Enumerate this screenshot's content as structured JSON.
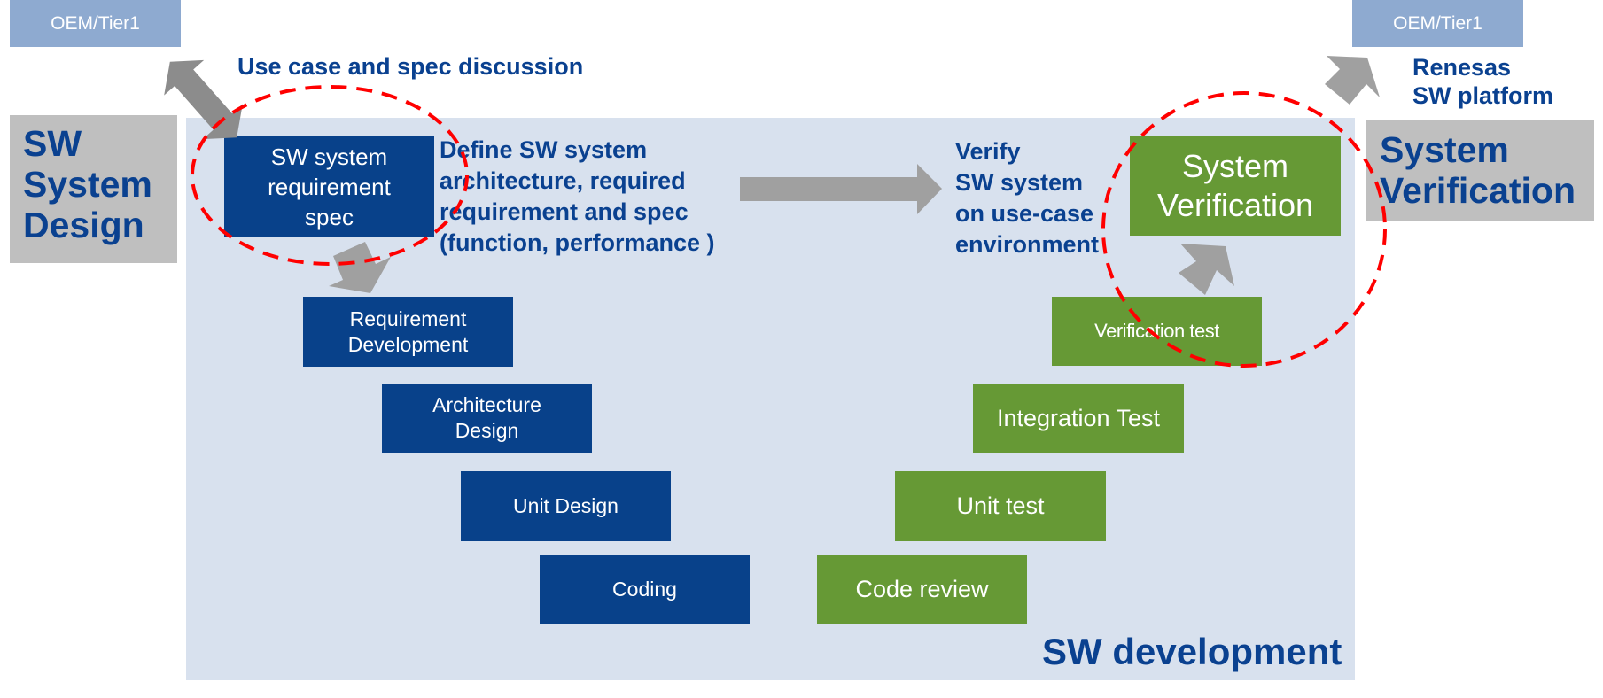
{
  "stakeholders": {
    "left": "OEM/Tier1",
    "right": "OEM/Tier1"
  },
  "phases": {
    "design": "SW\nSystem\nDesign",
    "verification": "System\nVerification"
  },
  "annotations": {
    "use_case": "Use case and spec discussion",
    "define": "Define SW system\narchitecture, required\nrequirement and spec\n(function, performance )",
    "verify": "Verify\nSW system\non use-case\nenvironment",
    "platform": "Renesas\nSW platform",
    "development": "SW development"
  },
  "left_branch": [
    {
      "label": "SW system\nrequirement\nspec"
    },
    {
      "label": "Requirement\nDevelopment"
    },
    {
      "label": "Architecture\nDesign"
    },
    {
      "label": "Unit Design"
    },
    {
      "label": "Coding"
    }
  ],
  "right_branch": [
    {
      "label": "System\nVerification"
    },
    {
      "label": "Verification test"
    },
    {
      "label": "Integration Test"
    },
    {
      "label": "Unit test"
    },
    {
      "label": "Code review"
    }
  ],
  "colors": {
    "design_blue": "#08418a",
    "test_green": "#669935",
    "panel": "#d8e1ee",
    "stakeholder": "#8eaad0",
    "highlight_red": "#ff0000"
  }
}
